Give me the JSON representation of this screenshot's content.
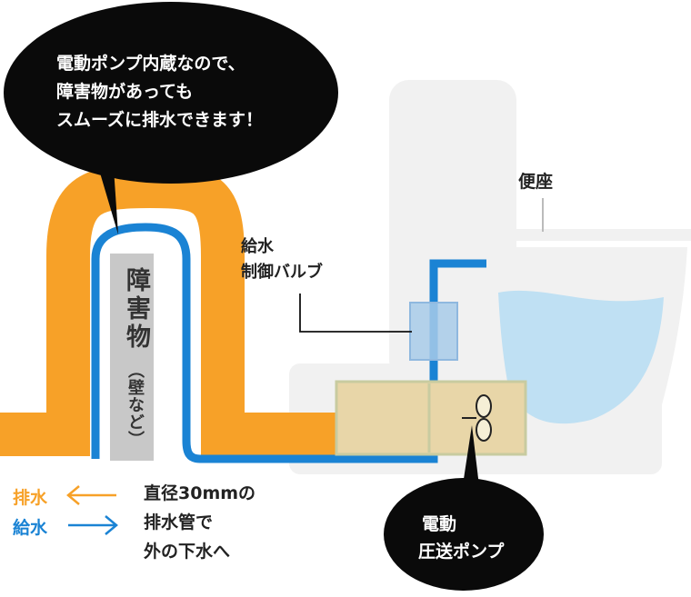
{
  "speech_bubble": {
    "line1": "電動ポンプ内蔵なので、",
    "line2": "障害物があっても",
    "line3": "スムーズに排水できます！"
  },
  "obstacle": {
    "main": "障害物",
    "sub": "（壁など）"
  },
  "valve_label": {
    "line1": "給水",
    "line2": "制御バルブ"
  },
  "seat_label": "便座",
  "legend": {
    "drain": {
      "label": "排水",
      "arrow": "←",
      "color": "#f7a128"
    },
    "supply": {
      "label": "給水",
      "arrow": "→",
      "color": "#1a83d4"
    }
  },
  "pipe_note": {
    "line1": "直径30mmの",
    "line2": "排水管で",
    "line3": "外の下水へ"
  },
  "pump_bubble": {
    "line1": "電動",
    "line2": "圧送ポンプ"
  },
  "colors": {
    "drain_pipe": "#f7a128",
    "supply_pipe": "#1a83d4",
    "obstacle": "#c8c8c8",
    "water": "#bfe0f3",
    "toilet": "#f1f1f1",
    "pump_box": "#e8d6a8",
    "valve": "#a8cbe9",
    "bubble": "#0a0a0a"
  }
}
